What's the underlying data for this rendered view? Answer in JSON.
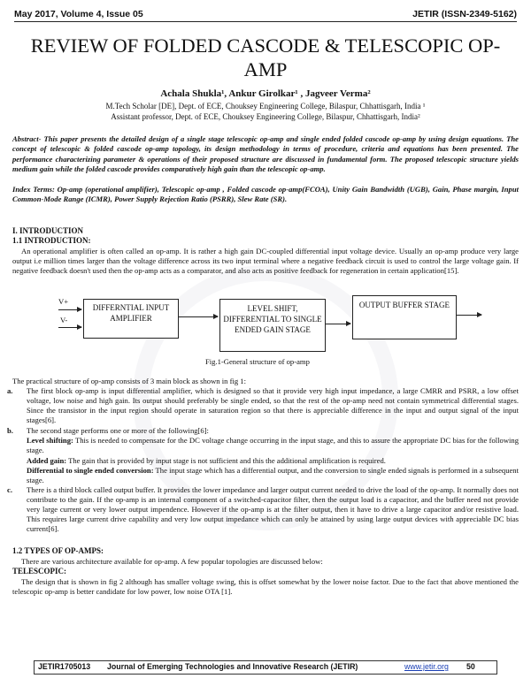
{
  "header": {
    "left": "May 2017, Volume 4, Issue 05",
    "right": "JETIR (ISSN-2349-5162)"
  },
  "title": "REVIEW OF FOLDED CASCODE & TELESCOPIC OP-AMP",
  "authors": {
    "line": "Achala Shukla¹, Ankur Girolkar¹ , Jagveer Verma²",
    "affil1": "M.Tech Scholar [DE], Dept. of ECE, Chouksey Engineering College, Bilaspur, Chhattisgarh, India ¹",
    "affil2": "Assistant professor, Dept. of ECE, Chouksey Engineering College, Bilaspur, Chhattisgarh, India²"
  },
  "abstract": "Abstract- This paper presents the detailed design of a single stage telescopic op-amp and single ended folded cascode op-amp by using design equations. The concept of telescopic & folded cascode op-amp topology, its design methodology in terms of procedure, criteria and equations has been presented. The performance characterizing parameter & operations of their proposed structure are discussed in fundamental form. The proposed telescopic structure yields medium gain while the folded cascode provides comparatively high gain than the telescopic op-amp.",
  "index_terms": "Index Terms: Op-amp (operational amplifier), Telescopic op-amp , Folded cascode op-amp(FCOA), Unity Gain Bandwidth (UGB), Gain, Phase margin, Input Common-Mode Range (ICMR), Power Supply Rejection Ratio (PSRR), Slew Rate (SR).",
  "section1": {
    "heading": "I. INTRODUCTION",
    "subheading": "1.1 INTRODUCTION:",
    "para": "An operational amplifier is often called an op-amp. It is rather a high gain DC-coupled differential input voltage device. Usually an op-amp produce very large output i.e million times larger than the voltage difference across its two input terminal where a negative feedback circuit is used to control the large voltage gain. If negative feedback doesn't used then the op-amp acts as a comparator, and also acts as positive feedback for regeneration in certain application[15]."
  },
  "figure": {
    "in_plus": "V+",
    "in_minus": "V-",
    "block1": "DIFFERNTIAL INPUT AMPLIFIER",
    "block2": "LEVEL SHIFT, DIFFERENTIAL TO SINGLE ENDED GAIN STAGE",
    "block3": "OUTPUT BUFFER STAGE",
    "caption": "Fig.1-General structure of op-amp"
  },
  "structure": {
    "intro": "The practical structure of op-amp consists of 3 main block as shown in fig 1:",
    "a_mark": "a.",
    "a_text": "The first block op-amp is input differential amplifier, which is designed so that it provide very high input impedance, a large CMRR and PSRR, a low offset voltage, low noise and high gain. Its output should preferably be single ended, so that the rest of the op-amp need not contain symmetrical differential stages. Since the transistor in the input region should operate in saturation region so that there is appreciable difference in the input and output signal of the input stages[6].",
    "b_mark": "b.",
    "b_text": "The second stage performs one or more of the following[6]:",
    "ls_label": "Level shifting:",
    "ls_text": " This is needed to compensate for the DC voltage change occurring in the input stage, and this to assure the appropriate DC bias for the following stage.",
    "ag_label": "Added gain:",
    "ag_text": " The gain that is provided by input stage is not sufficient and this the additional amplification is required.",
    "ds_label": "Differential to single ended conversion:",
    "ds_text": " The input stage which has a differential output, and the conversion to single ended signals is performed in a subsequent stage.",
    "c_mark": "c.",
    "c_text": "There is a third block called output buffer. It provides the lower impedance and larger output current needed to drive the load of the op-amp. It normally does not contribute to the gain. If the op-amp is an internal component of a switched-capacitor filter, then the output load is a capacitor, and the buffer need not provide very large current or very lower output impendence. However if the op-amp is at the filter output, then it have to drive a large capacitor and/or resistive load. This requires large current drive capability and very low output impedance which can only be attained by using large output devices with appreciable DC bias current[6]."
  },
  "section12": {
    "heading": "1.2 TYPES OF OP-AMPS:",
    "intro": "There are various architecture available for op-amp. A few popular topologies are discussed below:",
    "sub": "TELESCOPIC:",
    "para": "The design that is shown in fig 2 although has smaller voltage swing, this is offset somewhat by the lower noise factor. Due to the fact that above mentioned the telescopic op-amp is better candidate for low power, low noise OTA [1]."
  },
  "footer": {
    "id": "JETIR1705013",
    "journal": "Journal of Emerging Technologies and Innovative Research (JETIR)",
    "link": "www.jetir.org",
    "page": "50"
  }
}
